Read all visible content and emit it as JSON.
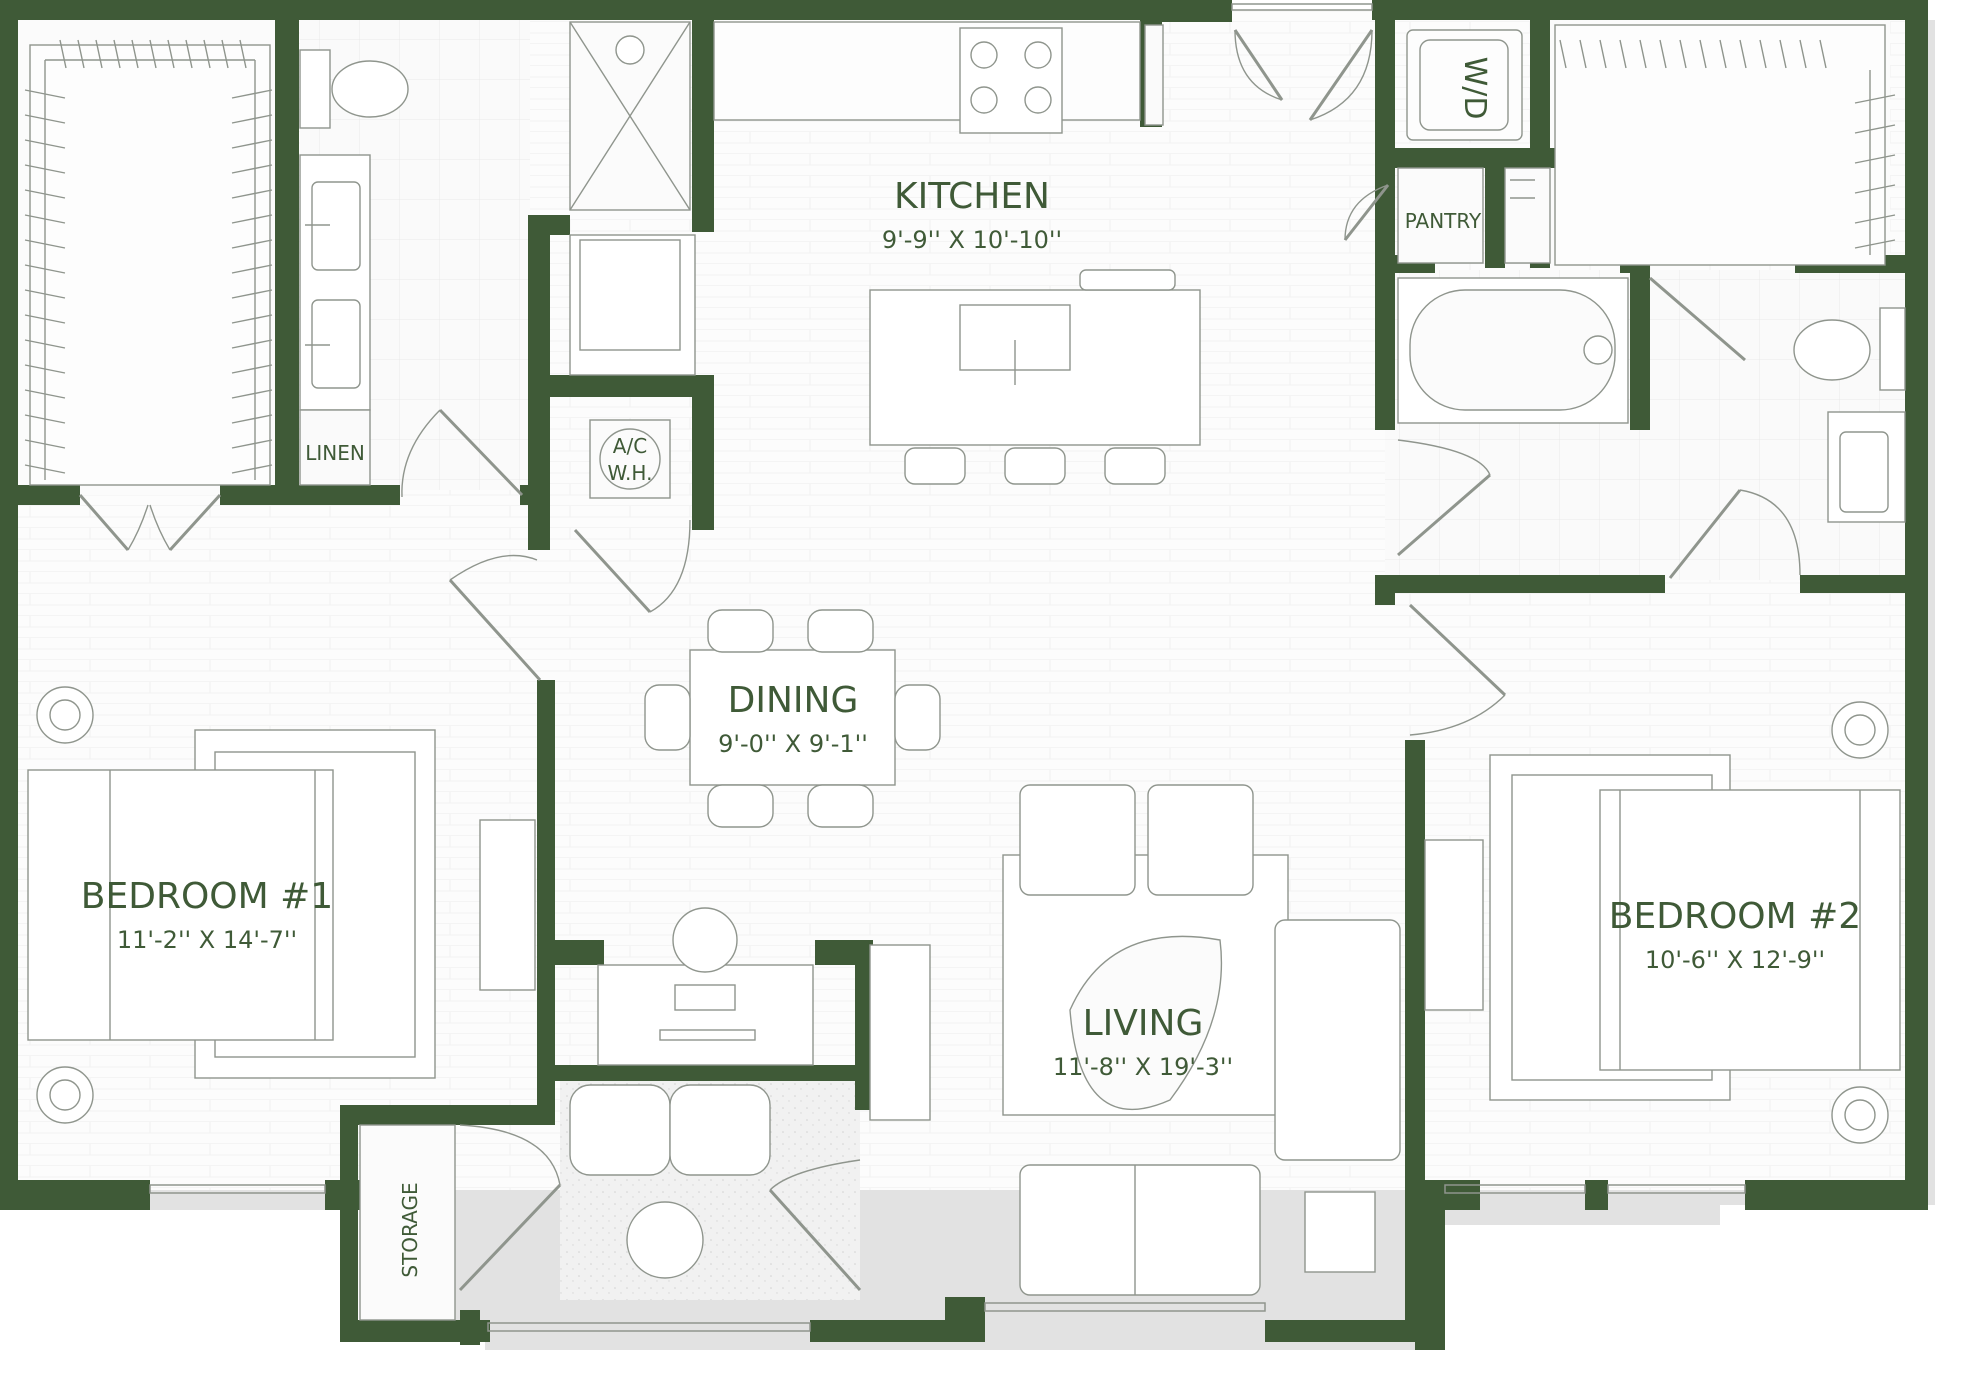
{
  "colors": {
    "wall": "#3f5a37",
    "shadow": "#dedede",
    "floor": "#fbfbfb",
    "line": "#8f958d",
    "text": "#3f5a37"
  },
  "rooms": {
    "kitchen": {
      "name": "KITCHEN",
      "dims": "9'-9'' X 10'-10''"
    },
    "dining": {
      "name": "DINING",
      "dims": "9'-0'' X 9'-1''"
    },
    "living": {
      "name": "LIVING",
      "dims": "11'-8'' X 19'-3''"
    },
    "bedroom1": {
      "name": "BEDROOM #1",
      "dims": "11'-2'' X 14'-7''"
    },
    "bedroom2": {
      "name": "BEDROOM #2",
      "dims": "10'-6'' X 12'-9''"
    }
  },
  "labels": {
    "linen": "LINEN",
    "pantry": "PANTRY",
    "washer_dryer": "W/D",
    "ac_line1": "A/C",
    "ac_line2": "W.H.",
    "storage": "STORAGE"
  }
}
